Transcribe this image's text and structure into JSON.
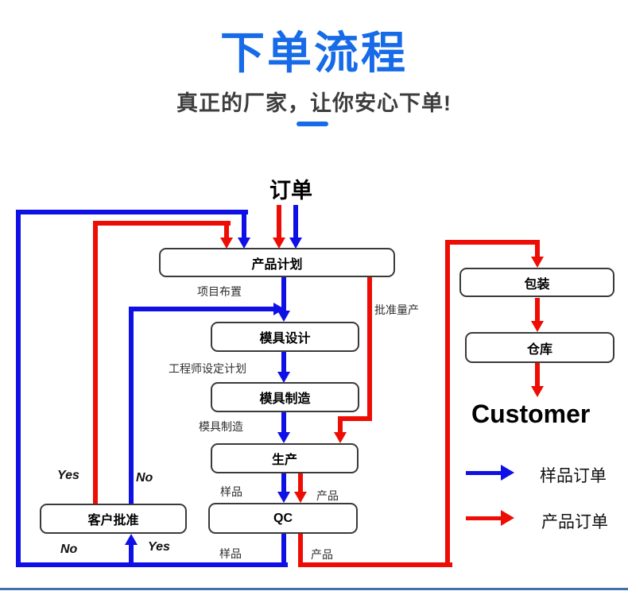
{
  "header": {
    "title": "下单流程",
    "subtitle": "真正的厂家，让你安心下单!"
  },
  "flow": {
    "start": "订单",
    "end": "Customer",
    "nodes": {
      "product_plan": "产品计划",
      "mold_design": "模具设计",
      "mold_make": "模具制造",
      "production": "生产",
      "qc": "QC",
      "customer_approval": "客户批准",
      "packing": "包装",
      "warehouse": "仓库"
    },
    "labels": {
      "project_layout": "项目布置",
      "approve_mass": "批准量产",
      "engineer_plan": "工程师设定计划",
      "mold_making": "模具制造",
      "sample_in": "样品",
      "product_in": "产品",
      "sample_out": "样品",
      "product_out": "产品",
      "yes_top": "Yes",
      "no_top": "No",
      "no_bottom": "No",
      "yes_bottom": "Yes"
    }
  },
  "legend": {
    "items": [
      {
        "label": "样品订单",
        "color": "#0f10e6"
      },
      {
        "label": "产品订单",
        "color": "#ee0d04"
      }
    ]
  },
  "colors": {
    "accent_blue": "#176be8",
    "flow_blue": "#0f10e6",
    "flow_red": "#ee0d04",
    "divider_blue": "#4070b0"
  }
}
